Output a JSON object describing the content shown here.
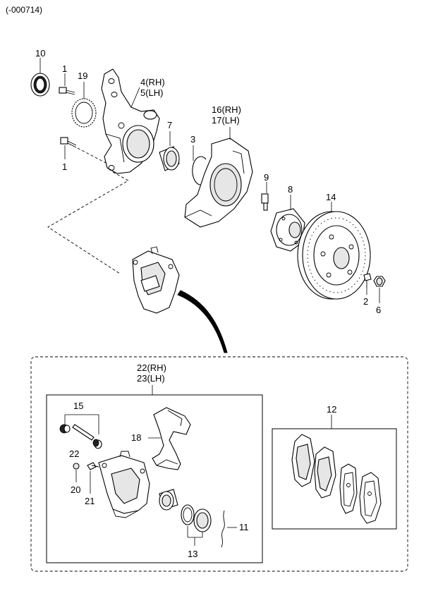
{
  "header": {
    "code": "(-000714)"
  },
  "callouts": {
    "c10": "10",
    "c1a": "1",
    "c19": "19",
    "c4": "4(RH)",
    "c5": "5(LH)",
    "c1b": "1",
    "c7": "7",
    "c3": "3",
    "c16": "16(RH)",
    "c17": "17(LH)",
    "c9": "9",
    "c8": "8",
    "c14": "14",
    "c2": "2",
    "c6": "6",
    "c22": "22(RH)",
    "c23": "23(LH)",
    "c15": "15",
    "c18": "18",
    "c22b": "22",
    "c20": "20",
    "c21": "21",
    "c13": "13",
    "c11": "11",
    "c12": "12"
  },
  "colors": {
    "ink": "#000000",
    "paper": "#ffffff",
    "shade": "#e6e6e6"
  }
}
